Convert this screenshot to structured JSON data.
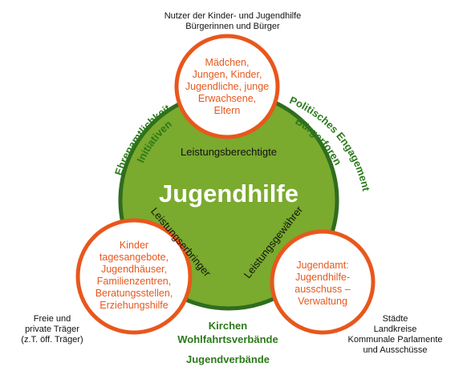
{
  "center": {
    "title": "Jugendhilfe",
    "label_top": "Leistungsberechtigte",
    "label_left": "Leistungserbringer",
    "label_right": "Leistungsgewährer"
  },
  "nodes": {
    "top": [
      "Mädchen,",
      "Jungen, Kinder,",
      "Jugendliche, junge",
      "Erwachsene,",
      "Eltern"
    ],
    "left": [
      "Kinder",
      "tagesangebote,",
      "Jugendhäuser,",
      "Familienzentren,",
      "Beratungsstellen,",
      "Erziehungshilfe"
    ],
    "right": [
      "Jugendamt:",
      "Jugendhilfe-",
      "ausschuss –",
      "Verwaltung"
    ]
  },
  "outer_labels": {
    "top": [
      "Nutzer der Kinder- und Jugendhilfe",
      "Bürgerinnen und Bürger"
    ],
    "left": [
      "Freie und",
      "private Träger",
      "(z.T. öff. Träger)"
    ],
    "right": [
      "Städte",
      "Landkreise",
      "Kommunale Parlamente",
      "und Ausschüsse"
    ]
  },
  "arc_labels": {
    "left_outer": "Ehrenamtlichkeit",
    "left_inner": "Initiativen",
    "right_outer": "Politisches Engagement",
    "right_inner": "Bürgerforen",
    "bottom": [
      "Kirchen",
      "Wohlfahrtsverbände",
      "Jugendverbände"
    ]
  },
  "colors": {
    "center_fill": "#7aaa2e",
    "ring": "#2f6d1e",
    "node_stroke": "#e8571c",
    "node_text": "#e8571c",
    "label_green": "#2b7a1a"
  }
}
